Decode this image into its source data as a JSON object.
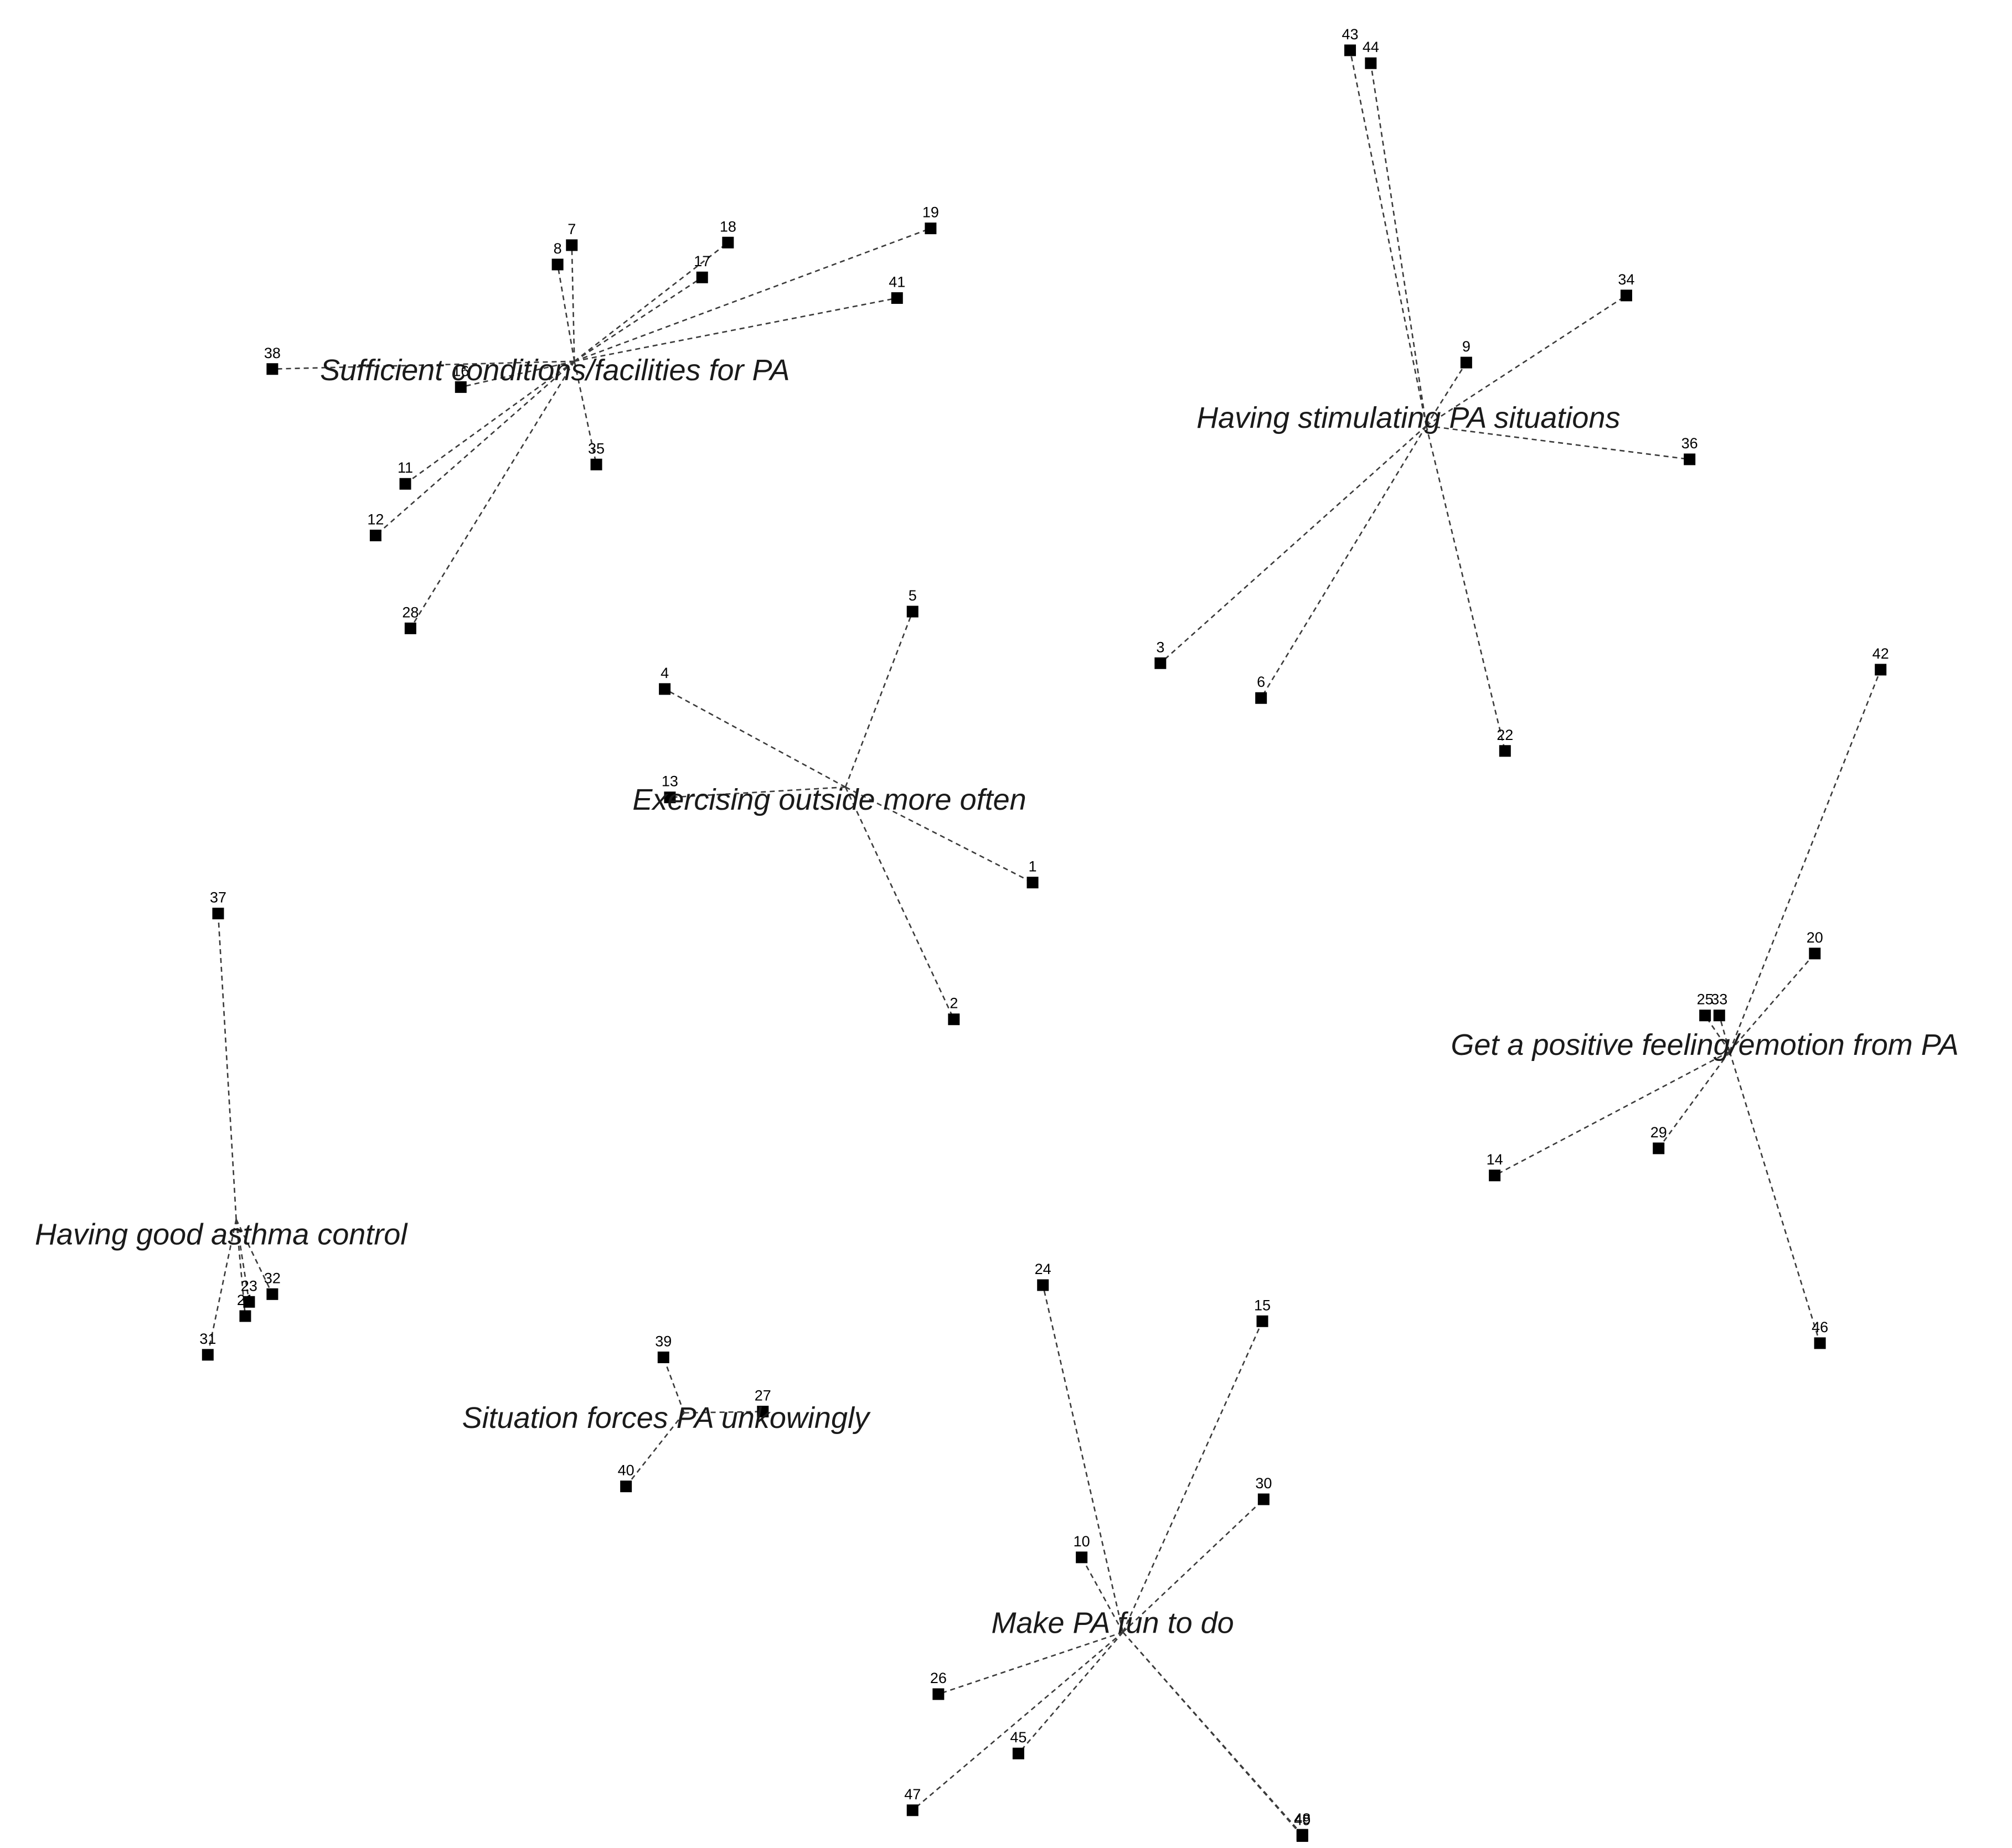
{
  "clusters": [
    {
      "id": "sufficient",
      "label": "Sufficient conditions/facilities for PA",
      "points": [
        {
          "id": "7",
          "label": "7"
        },
        {
          "id": "8",
          "label": "8"
        },
        {
          "id": "18",
          "label": "18"
        },
        {
          "id": "17",
          "label": "17"
        },
        {
          "id": "19",
          "label": "19"
        },
        {
          "id": "41",
          "label": "41"
        },
        {
          "id": "38",
          "label": "38"
        },
        {
          "id": "16",
          "label": "16"
        },
        {
          "id": "35",
          "label": "35"
        },
        {
          "id": "11",
          "label": "11"
        },
        {
          "id": "12",
          "label": "12"
        },
        {
          "id": "28",
          "label": "28"
        }
      ]
    },
    {
      "id": "stimulating",
      "label": "Having stimulating PA situations",
      "points": [
        {
          "id": "43",
          "label": "43"
        },
        {
          "id": "44",
          "label": "44"
        },
        {
          "id": "34",
          "label": "34"
        },
        {
          "id": "9",
          "label": "9"
        },
        {
          "id": "36",
          "label": "36"
        },
        {
          "id": "3",
          "label": "3"
        },
        {
          "id": "6",
          "label": "6"
        },
        {
          "id": "22",
          "label": "22"
        }
      ]
    },
    {
      "id": "outside",
      "label": "Exercising outside more often",
      "points": [
        {
          "id": "5",
          "label": "5"
        },
        {
          "id": "4",
          "label": "4"
        },
        {
          "id": "13",
          "label": "13"
        },
        {
          "id": "1",
          "label": "1"
        },
        {
          "id": "2",
          "label": "2"
        }
      ]
    },
    {
      "id": "positive",
      "label": "Get a positive feeling/emotion from PA",
      "points": [
        {
          "id": "42",
          "label": "42"
        },
        {
          "id": "20",
          "label": "20"
        },
        {
          "id": "25",
          "label": "25"
        },
        {
          "id": "33",
          "label": "33"
        },
        {
          "id": "29",
          "label": "29"
        },
        {
          "id": "14",
          "label": "14"
        },
        {
          "id": "46",
          "label": "46"
        }
      ]
    },
    {
      "id": "asthma",
      "label": "Having good asthma control",
      "points": [
        {
          "id": "37",
          "label": "37"
        },
        {
          "id": "23",
          "label": "23"
        },
        {
          "id": "32",
          "label": "32"
        },
        {
          "id": "21",
          "label": "21"
        },
        {
          "id": "31",
          "label": "31"
        }
      ]
    },
    {
      "id": "forces",
      "label": "Situation forces PA unkowingly",
      "points": [
        {
          "id": "39",
          "label": "39"
        },
        {
          "id": "27",
          "label": "27"
        },
        {
          "id": "40",
          "label": "40"
        }
      ]
    },
    {
      "id": "fun",
      "label": "Make PA fun to do",
      "points": [
        {
          "id": "24",
          "label": "24"
        },
        {
          "id": "15",
          "label": "15"
        },
        {
          "id": "30",
          "label": "30"
        },
        {
          "id": "10",
          "label": "10"
        },
        {
          "id": "26",
          "label": "26"
        },
        {
          "id": "45",
          "label": "45"
        },
        {
          "id": "47",
          "label": "47"
        },
        {
          "id": "48",
          "label": "48"
        },
        {
          "id": "49",
          "label": "49"
        }
      ]
    }
  ]
}
